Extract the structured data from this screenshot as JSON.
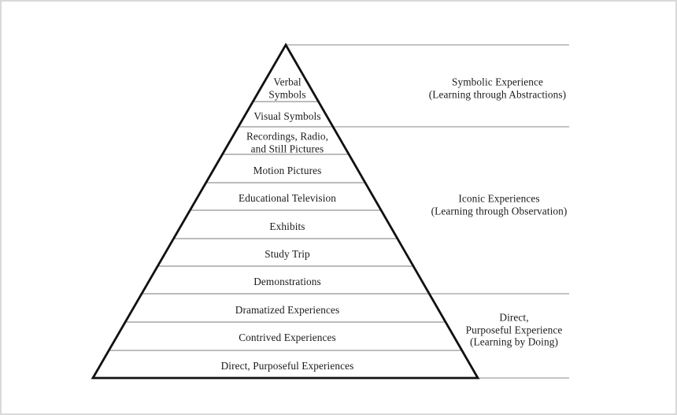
{
  "pyramid": {
    "levels": [
      {
        "label": "Verbal\nSymbols"
      },
      {
        "label": "Visual Symbols"
      },
      {
        "label": "Recordings, Radio,\nand Still Pictures"
      },
      {
        "label": "Motion Pictures"
      },
      {
        "label": "Educational Television"
      },
      {
        "label": "Exhibits"
      },
      {
        "label": "Study Trip"
      },
      {
        "label": "Demonstrations"
      },
      {
        "label": "Dramatized Experiences"
      },
      {
        "label": "Contrived Experiences"
      },
      {
        "label": "Direct, Purposeful Experiences"
      }
    ]
  },
  "categories": [
    {
      "label": "Symbolic Experience\n(Learning through Abstractions)"
    },
    {
      "label": "Iconic Experiences\n(Learning through Observation)"
    },
    {
      "label": "Direct,\nPurposeful Experience\n(Learning by Doing)"
    }
  ],
  "colors": {
    "outline": "#111111",
    "divider": "#7a7a7a",
    "extension_line": "#888888",
    "background": "#ffffff",
    "frame_border": "#d9d9d9",
    "text": "#1b1b1b"
  }
}
